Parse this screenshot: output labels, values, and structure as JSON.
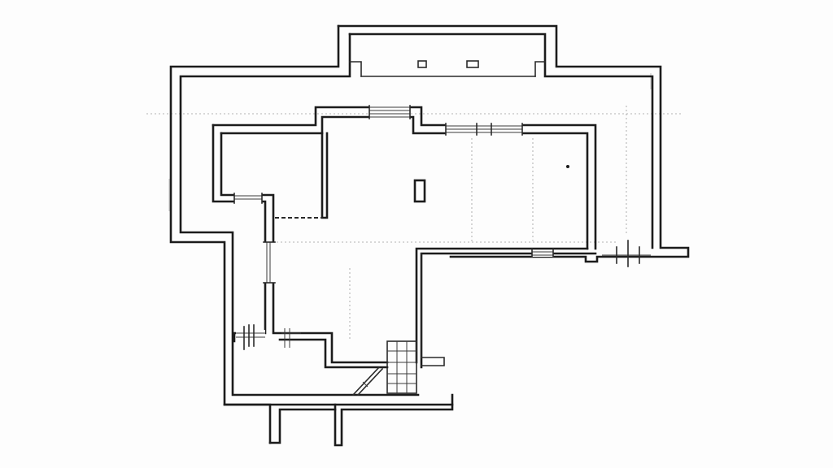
{
  "drawing": {
    "kind": "architectural floor plan",
    "style": "hand-drawn ink on white",
    "ink_color": "#1c1c1c",
    "paper_color": "#fdfdfd"
  },
  "icons": {
    "chimney_block": "rect-outline",
    "staircase": "grid-with-diagonal",
    "window": "parallel-lines"
  }
}
